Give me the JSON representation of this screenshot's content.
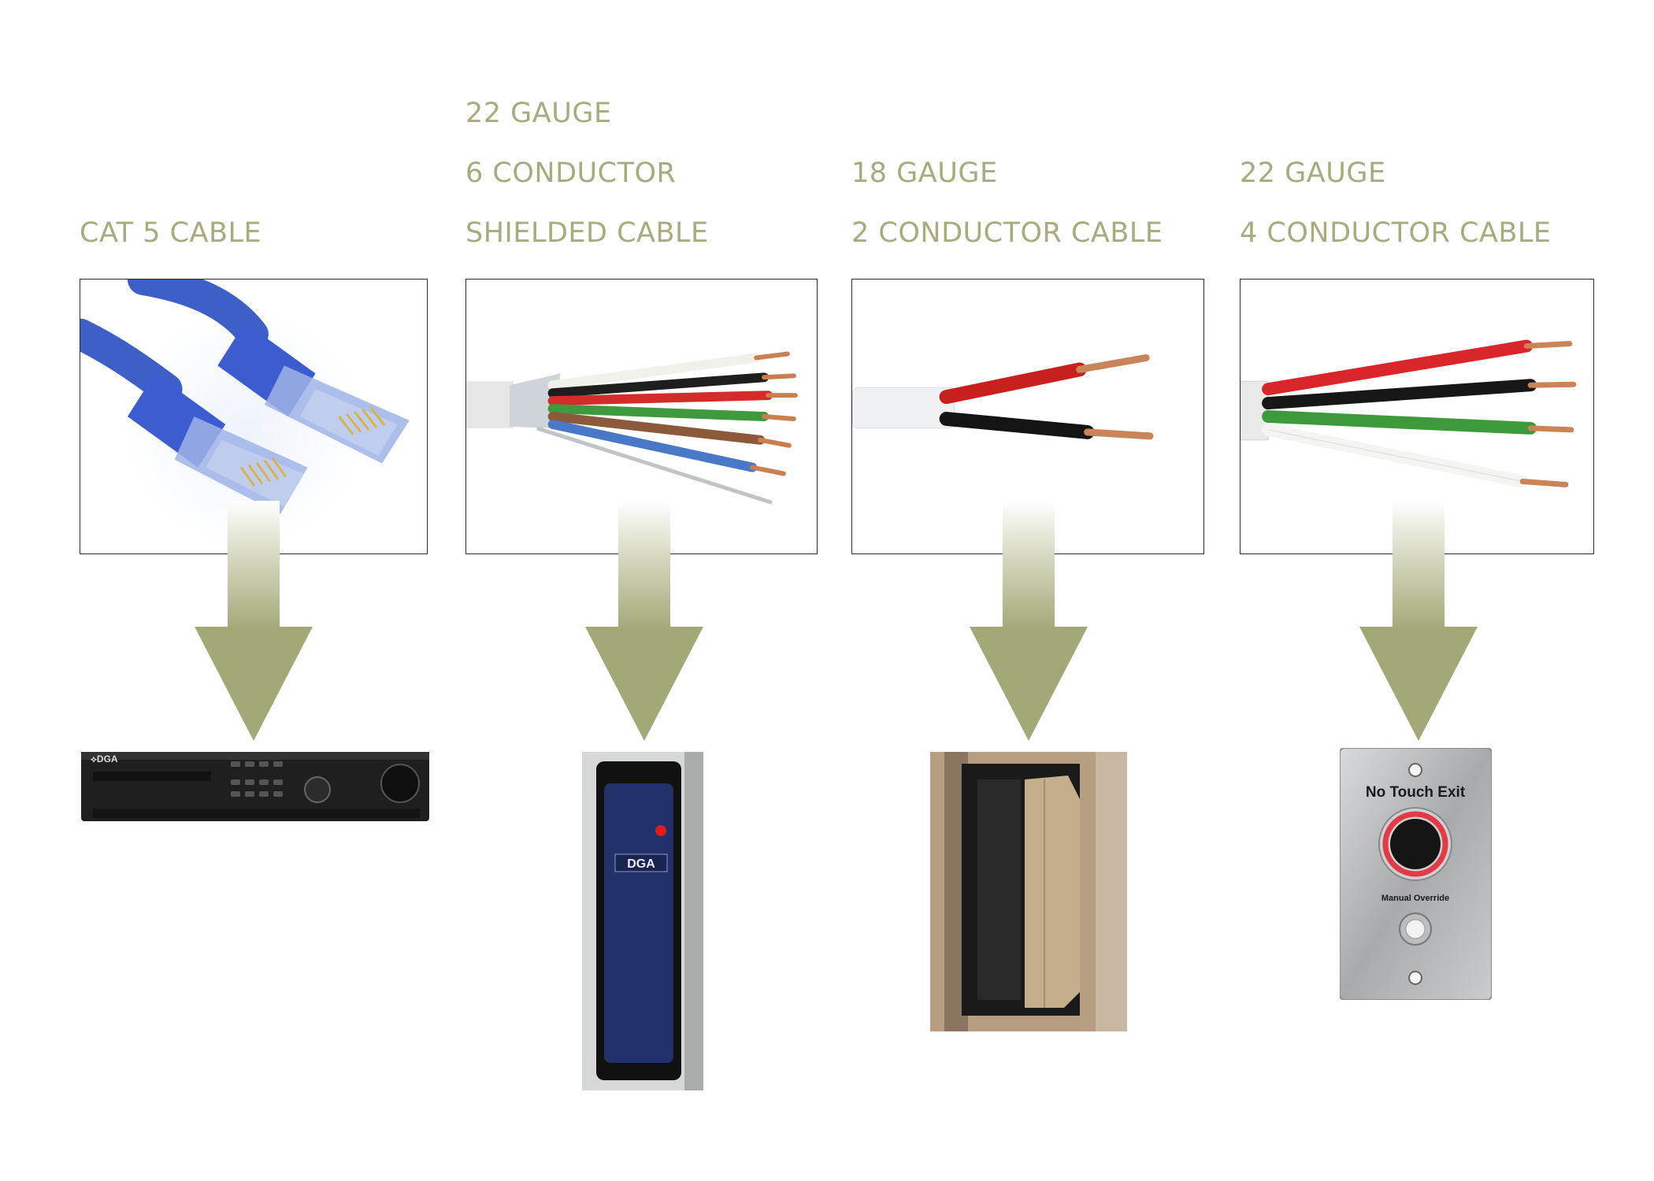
{
  "colors": {
    "label": "#a7ab7d",
    "arrow": "#a3a877",
    "arrow_fade": "#e9ebdc",
    "frame": "#2b2b2b"
  },
  "columns": [
    {
      "label_lines": [
        "",
        "",
        "CAT 5 CABLE"
      ],
      "cable_photo": "cat5-patch-cable-blue-rj45-connectors",
      "device": {
        "name": "network-video-recorder",
        "brand": "DGA"
      }
    },
    {
      "label_lines": [
        "22 GAUGE",
        "6 CONDUCTOR",
        "SHIELDED CABLE"
      ],
      "cable_photo": "shielded-6-conductor-cable",
      "wire_colors": [
        "#f2f0ea",
        "#1e1e1e",
        "#d42b2b",
        "#3f9a3f",
        "#8a5a3a",
        "#4a78c8"
      ],
      "device": {
        "name": "card-reader",
        "brand": "DGA"
      }
    },
    {
      "label_lines": [
        "",
        "18 GAUGE",
        "2 CONDUCTOR CABLE"
      ],
      "cable_photo": "2-conductor-cable",
      "wire_colors": [
        "#c8201e",
        "#141414"
      ],
      "device": {
        "name": "electric-door-strike"
      }
    },
    {
      "label_lines": [
        "",
        "22 GAUGE",
        "4 CONDUCTOR CABLE"
      ],
      "cable_photo": "4-conductor-cable",
      "wire_colors": [
        "#d9262a",
        "#171717",
        "#3c9a3c",
        "#f4f4f0"
      ],
      "device": {
        "name": "no-touch-exit-button",
        "title": "No Touch Exit",
        "subtitle": "Manual Override"
      }
    }
  ]
}
